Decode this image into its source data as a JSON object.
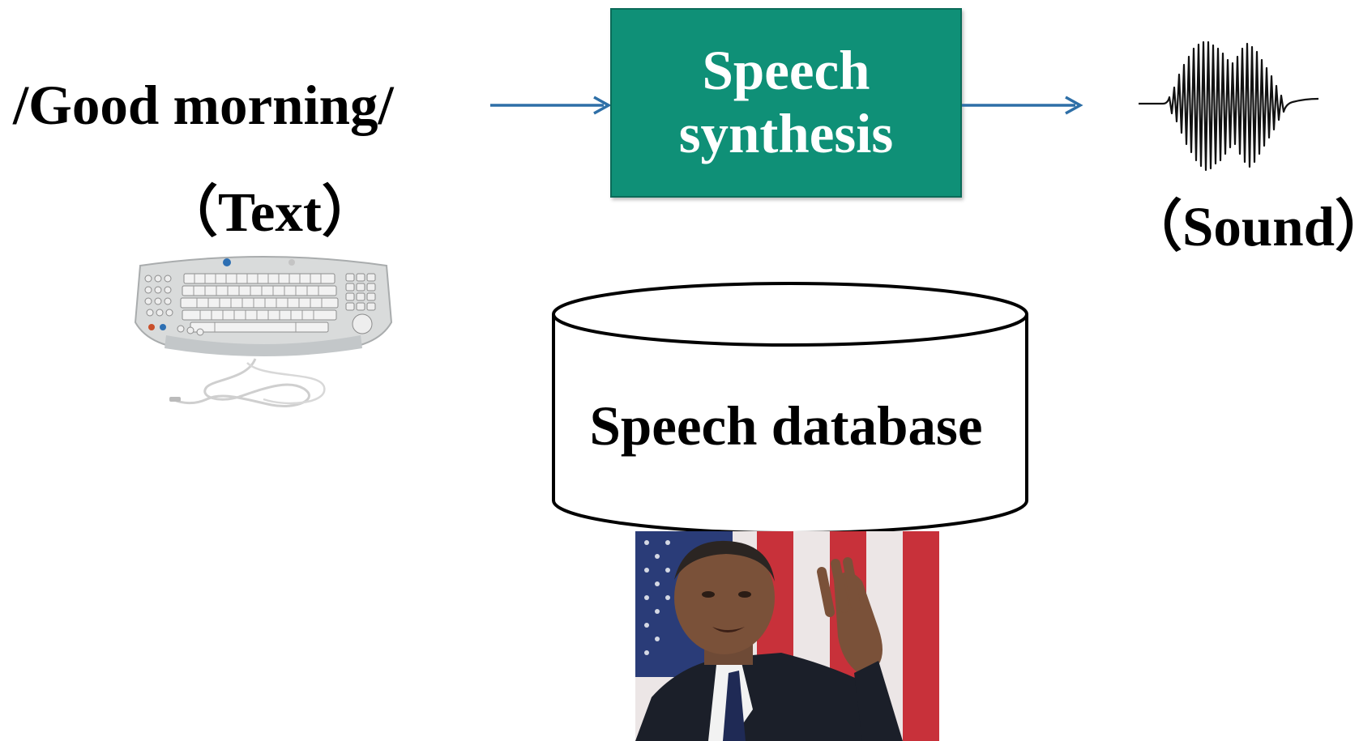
{
  "input": {
    "text": "/Good morning/",
    "caption": "（Text）",
    "device_icon": "keyboard-icon"
  },
  "process": {
    "label": "Speech\nsynthesis",
    "color": "#0f9077"
  },
  "output": {
    "caption": "（Sound）",
    "signal_icon": "waveform-icon"
  },
  "database": {
    "label": "Speech database",
    "speaker_image": "speaker-photo"
  },
  "colors": {
    "arrow": "#2e6fa7",
    "box_text": "#ffffff"
  }
}
